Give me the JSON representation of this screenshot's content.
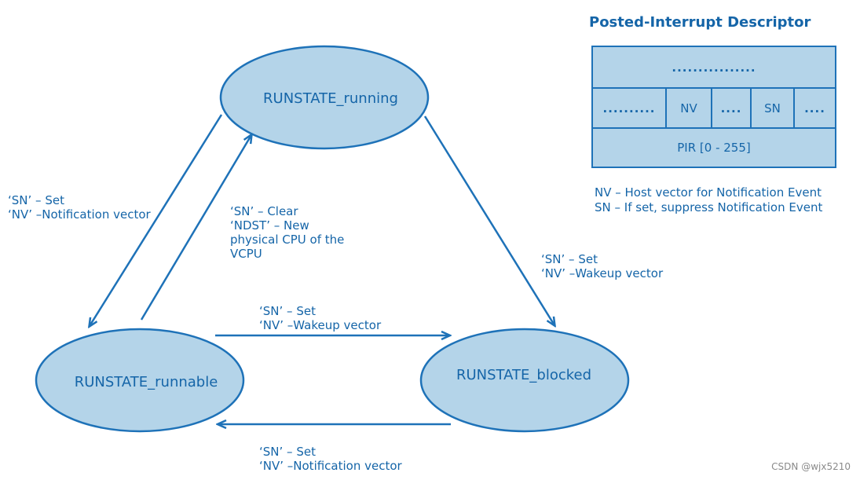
{
  "states": {
    "running": "RUNSTATE_running",
    "runnable": "RUNSTATE_runnable",
    "blocked": "RUNSTATE_blocked"
  },
  "edges": {
    "running_to_runnable": [
      "‘SN’ – Set",
      "‘NV’ –Notification vector"
    ],
    "runnable_to_running": [
      "‘SN’ – Clear",
      "‘NDST’ – New",
      "physical CPU of the",
      "VCPU"
    ],
    "running_to_blocked": [
      "‘SN’ – Set",
      "‘NV’ –Wakeup vector"
    ],
    "runnable_to_blocked": [
      "‘SN’ – Set",
      "‘NV’ –Wakeup vector"
    ],
    "blocked_to_runnable": [
      "‘SN’ – Set",
      "‘NV’ –Notification vector"
    ]
  },
  "descriptor": {
    "title": "Posted-Interrupt Descriptor",
    "row1": "................",
    "row2": [
      "..........",
      "NV",
      "....",
      "SN",
      "...."
    ],
    "row3": "PIR [0 - 255]"
  },
  "legend": [
    "NV – Host vector for Notification Event",
    "SN – If set, suppress Notification Event"
  ],
  "watermark": "CSDN @wjx5210",
  "colors": {
    "line": "#1e72b8",
    "fill": "#b4d4e9",
    "text": "#1565a8"
  }
}
